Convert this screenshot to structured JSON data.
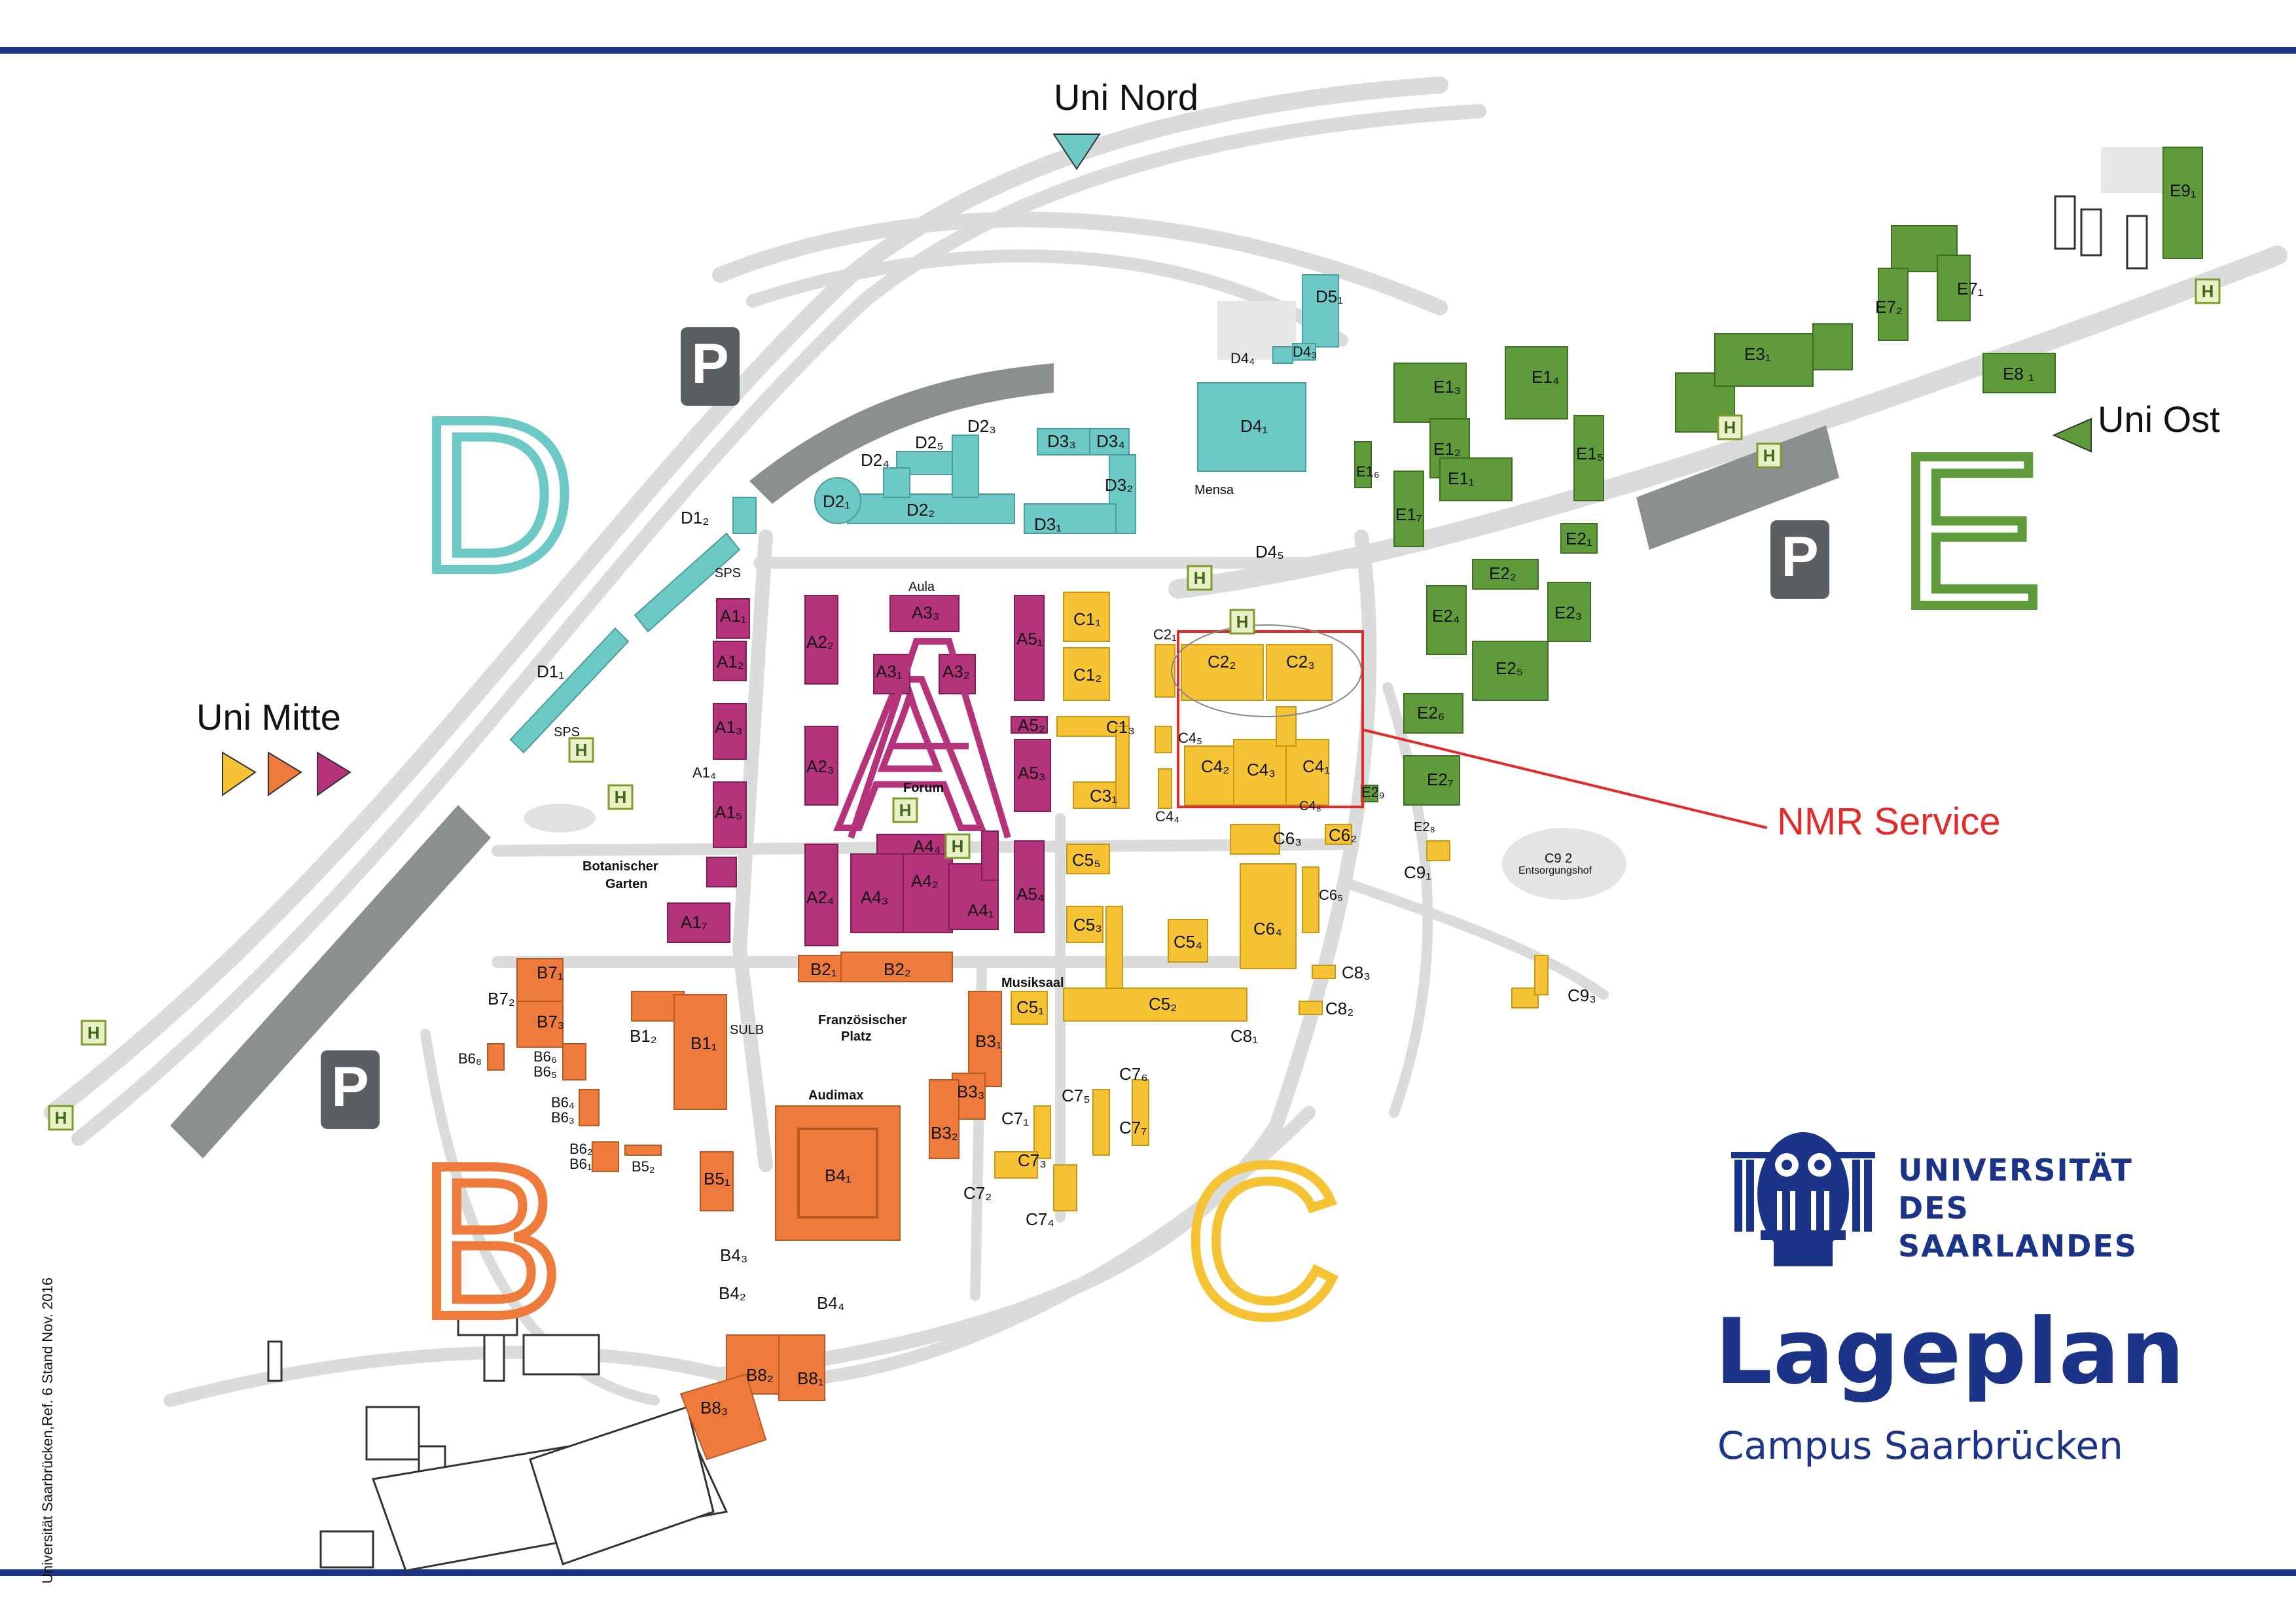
{
  "zones": {
    "A": {
      "letter": "A",
      "color": "#b5337a"
    },
    "B": {
      "letter": "B",
      "color": "#ee7a3b"
    },
    "C": {
      "letter": "C",
      "color": "#f6c335"
    },
    "D": {
      "letter": "D",
      "color": "#6cc9c6"
    },
    "E": {
      "letter": "E",
      "color": "#5f9b3a"
    }
  },
  "colors": {
    "frame": "#1b3488",
    "road": "#d9dcdb",
    "parking_sign": "#5c5f61",
    "nmr_highlight": "#e02b2b"
  },
  "entrances": {
    "nord": {
      "label": "Uni Nord"
    },
    "ost": {
      "label": "Uni Ost"
    },
    "mitte": {
      "label": "Uni Mitte"
    }
  },
  "parking": {
    "symbol": "P"
  },
  "bus_stop": {
    "icon": "bus-stop-icon",
    "symbol": "H"
  },
  "annotation": {
    "label": "NMR Service"
  },
  "places": {
    "aula": "Aula",
    "forum": "Forum",
    "mensa": "Mensa",
    "sps1": "SPS",
    "sps2": "SPS",
    "botanischer": "Botanischer",
    "garten": "Garten",
    "sulb": "SULB",
    "franz1": "Französischer",
    "franz2": "Platz",
    "audimax": "Audimax",
    "musiksaal": "Musiksaal",
    "entsorgungshof": "Entsorgungshof",
    "c92": "C9 2"
  },
  "buildings": {
    "A1_1": "A1₁",
    "A1_2": "A1₂",
    "A1_3": "A1₃",
    "A1_4": "A1₄",
    "A1_5": "A1₅",
    "A1_7": "A1₇",
    "A2_2": "A2₂",
    "A2_3": "A2₃",
    "A2_4": "A2₄",
    "A3_1": "A3₁",
    "A3_2": "A3₂",
    "A3_3": "A3₃",
    "A4_1": "A4₁",
    "A4_2": "A4₂",
    "A4_3": "A4₃",
    "A4_4": "A4₄",
    "A5_1": "A5₁",
    "A5_2": "A5₂",
    "A5_3": "A5₃",
    "A5_4": "A5₄",
    "B1_1": "B1₁",
    "B1_2": "B1₂",
    "B2_1": "B2₁",
    "B2_2": "B2₂",
    "B3_1": "B3₁",
    "B3_2": "B3₂",
    "B3_3": "B3₃",
    "B4_1": "B4₁",
    "B4_2": "B4₂",
    "B4_3": "B4₃",
    "B4_4": "B4₄",
    "B5_1": "B5₁",
    "B5_2": "B5₂",
    "B6_1": "B6₁",
    "B6_2": "B6₂",
    "B6_3": "B6₃",
    "B6_4": "B6₄",
    "B6_5": "B6₅",
    "B6_6": "B6₆",
    "B6_8": "B6₈",
    "B7_1": "B7₁",
    "B7_2": "B7₂",
    "B7_3": "B7₃",
    "B8_1": "B8₁",
    "B8_2": "B8₂",
    "B8_3": "B8₃",
    "C1_1": "C1₁",
    "C1_2": "C1₂",
    "C1_3": "C1₃",
    "C2_1": "C2₁",
    "C2_2": "C2₂",
    "C2_3": "C2₃",
    "C3_1": "C3₁",
    "C4_1": "C4₁",
    "C4_2": "C4₂",
    "C4_3": "C4₃",
    "C4_4": "C4₄",
    "C4_5": "C4₅",
    "C4_8": "C4₈",
    "C5_1": "C5₁",
    "C5_2": "C5₂",
    "C5_3": "C5₃",
    "C5_4": "C5₄",
    "C5_5": "C5₅",
    "C6_2": "C6₂",
    "C6_3": "C6₃",
    "C6_4": "C6₄",
    "C6_5": "C6₅",
    "C7_1": "C7₁",
    "C7_2": "C7₂",
    "C7_3": "C7₃",
    "C7_4": "C7₄",
    "C7_5": "C7₅",
    "C7_6": "C7₆",
    "C7_7": "C7₇",
    "C8_1": "C8₁",
    "C8_2": "C8₂",
    "C8_3": "C8₃",
    "C9_1": "C9₁",
    "C9_3": "C9₃",
    "D1_1": "D1₁",
    "D1_2": "D1₂",
    "D2_1": "D2₁",
    "D2_2": "D2₂",
    "D2_3": "D2₃",
    "D2_4": "D2₄",
    "D2_5": "D2₅",
    "D3_1": "D3₁",
    "D3_2": "D3₂",
    "D3_3": "D3₃",
    "D3_4": "D3₄",
    "D4_1": "D4₁",
    "D4_3": "D4₃",
    "D4_4": "D4₄",
    "D4_5": "D4₅",
    "D5_1": "D5₁",
    "E1_1": "E1₁",
    "E1_2": "E1₂",
    "E1_3": "E1₃",
    "E1_4": "E1₄",
    "E1_5": "E1₅",
    "E1_6": "E1₆",
    "E1_7": "E1₇",
    "E2_1": "E2₁",
    "E2_2": "E2₂",
    "E2_3": "E2₃",
    "E2_4": "E2₄",
    "E2_5": "E2₅",
    "E2_6": "E2₆",
    "E2_7": "E2₇",
    "E2_8": "E2₈",
    "E2_9": "E2₉",
    "E3_1": "E3₁",
    "E7_1": "E7₁",
    "E7_2": "E7₂",
    "E8_1": "E8 ₁",
    "E9_1": "E9₁"
  },
  "logo": {
    "line1": "UNIVERSITÄT",
    "line2": "DES",
    "line3": "SAARLANDES",
    "title": "Lageplan",
    "subtitle": "Campus Saarbrücken"
  },
  "credit": "Universität Saarbrücken,Ref. 6  Stand Nov. 2016"
}
